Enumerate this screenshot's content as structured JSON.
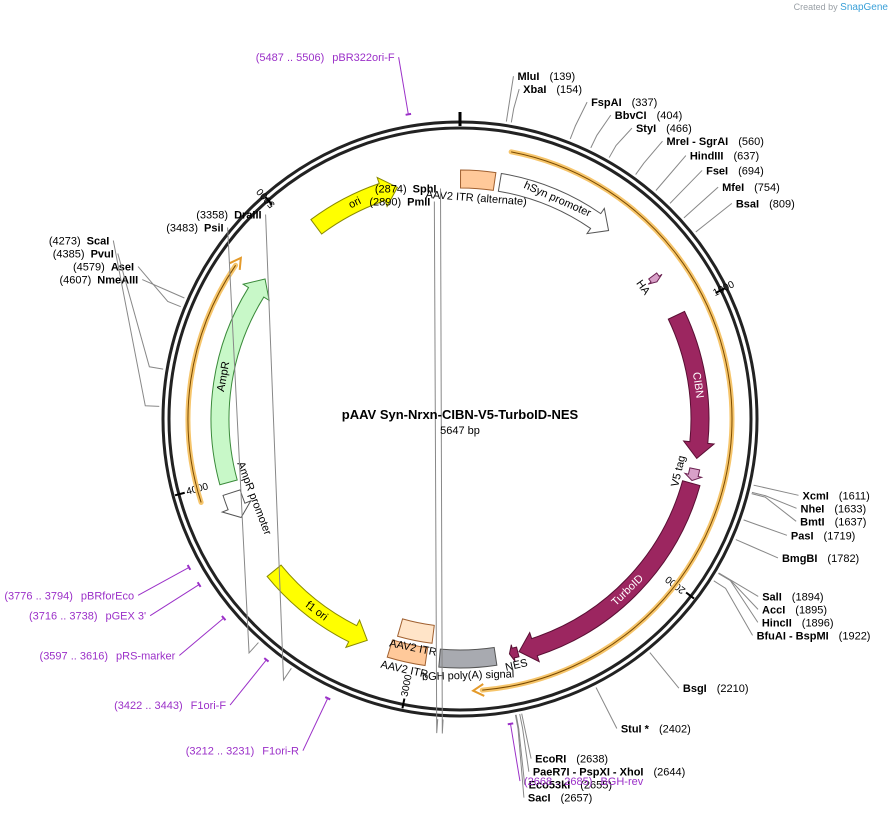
{
  "credit": {
    "prefix": "Created by",
    "brand": "SnapGene"
  },
  "plasmid": {
    "name": "pAAV Syn-Nrxn-CIBN-V5-TurboID-NES",
    "size_label": "5647 bp",
    "length": 5647
  },
  "ticks": [
    {
      "pos": 1000,
      "label": "1000"
    },
    {
      "pos": 2000,
      "label": "2000"
    },
    {
      "pos": 3000,
      "label": "3000"
    },
    {
      "pos": 4000,
      "label": "4000"
    },
    {
      "pos": 5000,
      "label": "5000"
    }
  ],
  "features": [
    {
      "id": "ori",
      "label": "ori",
      "start": 5070,
      "end": 5410,
      "dir": "fwd",
      "color": "#ffff00",
      "stroke": "#8a8a00",
      "track": "outer",
      "label_style": "inside",
      "text_color": "#000000"
    },
    {
      "id": "aav2-itr-alt",
      "label": "AAV2 ITR (alternate)",
      "start": 2,
      "end": 130,
      "dir": "none",
      "color": "#ffc99a",
      "stroke": "#a06030",
      "track": "outer",
      "label_style": "below",
      "text_color": "#000000"
    },
    {
      "id": "hsyn",
      "label": "hSyn promoter",
      "start": 150,
      "end": 600,
      "dir": "fwd",
      "color": "#ffffff",
      "stroke": "#555555",
      "track": "outer",
      "label_style": "inside",
      "text_color": "#000000"
    },
    {
      "id": "ha",
      "label": "HA",
      "start": 838,
      "end": 865,
      "dir": "fwd",
      "color": "#d8a0c8",
      "stroke": "#6a2050",
      "track": "outer",
      "label_style": "below",
      "text_color": "#000000"
    },
    {
      "id": "cibn",
      "label": "CIBN",
      "start": 1010,
      "end": 1560,
      "dir": "fwd",
      "color": "#9c2660",
      "stroke": "#5a0f34",
      "track": "outer",
      "label_style": "inside",
      "text_color": "#ffffff"
    },
    {
      "id": "v5",
      "label": "V5 tag",
      "start": 1600,
      "end": 1645,
      "dir": "fwd",
      "color": "#d8a0c8",
      "stroke": "#6a2050",
      "track": "outer",
      "label_style": "below",
      "text_color": "#000000"
    },
    {
      "id": "turboid",
      "label": "TurboID",
      "start": 1655,
      "end": 2600,
      "dir": "fwd",
      "color": "#9c2660",
      "stroke": "#5a0f34",
      "track": "outer",
      "label_style": "inside",
      "text_color": "#ffffff"
    },
    {
      "id": "nes",
      "label": "NES",
      "start": 2605,
      "end": 2637,
      "dir": "fwd",
      "color": "#9c2660",
      "stroke": "#5a0f34",
      "track": "outer",
      "label_style": "above",
      "text_color": "#000000"
    },
    {
      "id": "bgh",
      "label": "bGH poly(A) signal",
      "start": 2690,
      "end": 2900,
      "dir": "none",
      "color": "#a8aab0",
      "stroke": "#555555",
      "track": "outer",
      "label_style": "above",
      "text_color": "#000000"
    },
    {
      "id": "aav2-itr-1",
      "label": "AAV2 ITR",
      "start": 2950,
      "end": 3090,
      "dir": "none",
      "color": "#ffc99a",
      "stroke": "#a06030",
      "track": "outer",
      "label_style": "above",
      "text_color": "#000000"
    },
    {
      "id": "aav2-itr-2",
      "label": "AAV2 ITR",
      "start": 2935,
      "end": 3075,
      "dir": "none",
      "color": "#ffe4c8",
      "stroke": "#a06030",
      "track": "inner",
      "label_style": "above",
      "text_color": "#000000"
    },
    {
      "id": "f1ori",
      "label": "f1 ori",
      "start": 3180,
      "end": 3620,
      "dir": "rev",
      "color": "#ffff00",
      "stroke": "#8a8a00",
      "track": "outer",
      "label_style": "inside",
      "text_color": "#000000"
    },
    {
      "id": "ampr-promoter",
      "label": "AmpR promoter",
      "start": 3855,
      "end": 3955,
      "dir": "rev",
      "color": "#ffffff",
      "stroke": "#555555",
      "track": "outer",
      "label_style": "below",
      "text_color": "#000000"
    },
    {
      "id": "ampr",
      "label": "AmpR",
      "start": 3995,
      "end": 4795,
      "dir": "fwd",
      "color": "#c8f8c8",
      "stroke": "#3a8a3a",
      "track": "outer",
      "label_style": "inside",
      "text_color": "#000000"
    }
  ],
  "orange_arcs": [
    {
      "start": 170,
      "end": 2780,
      "dir": "fwd"
    },
    {
      "start": 3955,
      "end": 4805,
      "dir": "fwd"
    }
  ],
  "sites": [
    {
      "side": "R",
      "name": "MluI",
      "pos_text": "(139)",
      "pos": 139
    },
    {
      "side": "R",
      "name": "XbaI",
      "pos_text": "(154)",
      "pos": 154
    },
    {
      "side": "R",
      "name": "FspAI",
      "pos_text": "(337)",
      "pos": 337
    },
    {
      "side": "R",
      "name": "BbvCI",
      "pos_text": "(404)",
      "pos": 404
    },
    {
      "side": "R",
      "name": "StyI",
      "pos_text": "(466)",
      "pos": 466
    },
    {
      "side": "R",
      "name": "MreI - SgrAI",
      "pos_text": "(560)",
      "pos": 560
    },
    {
      "side": "R",
      "name": "HindIII",
      "pos_text": "(637)",
      "pos": 637
    },
    {
      "side": "R",
      "name": "FseI",
      "pos_text": "(694)",
      "pos": 694
    },
    {
      "side": "R",
      "name": "MfeI",
      "pos_text": "(754)",
      "pos": 754
    },
    {
      "side": "R",
      "name": "BsaI",
      "pos_text": "(809)",
      "pos": 809
    },
    {
      "side": "R",
      "name": "XcmI",
      "pos_text": "(1611)",
      "pos": 1611
    },
    {
      "side": "R",
      "name": "NheI",
      "pos_text": "(1633)",
      "pos": 1633
    },
    {
      "side": "R",
      "name": "BmtI",
      "pos_text": "(1637)",
      "pos": 1637
    },
    {
      "side": "R",
      "name": "PasI",
      "pos_text": "(1719)",
      "pos": 1719
    },
    {
      "side": "R",
      "name": "BmgBI",
      "pos_text": "(1782)",
      "pos": 1782
    },
    {
      "side": "R",
      "name": "SalI",
      "pos_text": "(1894)",
      "pos": 1894
    },
    {
      "side": "R",
      "name": "AccI",
      "pos_text": "(1895)",
      "pos": 1895
    },
    {
      "side": "R",
      "name": "HincII",
      "pos_text": "(1896)",
      "pos": 1896
    },
    {
      "side": "R",
      "name": "BfuAI - BspMI",
      "pos_text": "(1922)",
      "pos": 1922
    },
    {
      "side": "R",
      "name": "BsgI",
      "pos_text": "(2210)",
      "pos": 2210
    },
    {
      "side": "R",
      "name": "StuI *",
      "pos_text": "(2402)",
      "pos": 2402
    },
    {
      "side": "R",
      "name": "EcoRI",
      "pos_text": "(2638)",
      "pos": 2638
    },
    {
      "side": "R",
      "name": "PaeR7I - PspXI - XhoI",
      "pos_text": "(2644)",
      "pos": 2644
    },
    {
      "side": "R",
      "name": "Eco53kI",
      "pos_text": "(2655)",
      "pos": 2655
    },
    {
      "side": "R",
      "name": "SacI",
      "pos_text": "(2657)",
      "pos": 2657
    },
    {
      "side": "L",
      "name": "PmlI",
      "pos_text": "(2890)",
      "pos": 2890
    },
    {
      "side": "L",
      "name": "SphI",
      "pos_text": "(2874)",
      "pos": 2874
    },
    {
      "side": "L",
      "name": "DraIII",
      "pos_text": "(3358)",
      "pos": 3358
    },
    {
      "side": "L",
      "name": "PsiI",
      "pos_text": "(3483)",
      "pos": 3483
    },
    {
      "side": "L",
      "name": "ScaI",
      "pos_text": "(4273)",
      "pos": 4273
    },
    {
      "side": "L",
      "name": "PvuI",
      "pos_text": "(4385)",
      "pos": 4385
    },
    {
      "side": "L",
      "name": "AseI",
      "pos_text": "(4579)",
      "pos": 4579
    },
    {
      "side": "L",
      "name": "NmeAIII",
      "pos_text": "(4607)",
      "pos": 4607
    }
  ],
  "primers": [
    {
      "side": "L",
      "name": "pBR322ori-F",
      "range_text": "(5487 .. 5506)",
      "pos": 5496,
      "dir": "fwd"
    },
    {
      "side": "L",
      "name": "pBRforEco",
      "range_text": "(3776 .. 3794)",
      "pos": 3785,
      "dir": "rev"
    },
    {
      "side": "L",
      "name": "pGEX 3'",
      "range_text": "(3716 .. 3738)",
      "pos": 3727,
      "dir": "rev"
    },
    {
      "side": "L",
      "name": "pRS-marker",
      "range_text": "(3597 .. 3616)",
      "pos": 3606,
      "dir": "rev"
    },
    {
      "side": "L",
      "name": "F1ori-F",
      "range_text": "(3422 .. 3443)",
      "pos": 3432,
      "dir": "rev"
    },
    {
      "side": "L",
      "name": "F1ori-R",
      "range_text": "(3212 .. 3231)",
      "pos": 3221,
      "dir": "fwd"
    },
    {
      "side": "R",
      "name": "BGH-rev",
      "range_text": "(2668 .. 2685)",
      "pos": 2676,
      "dir": "rev"
    }
  ]
}
